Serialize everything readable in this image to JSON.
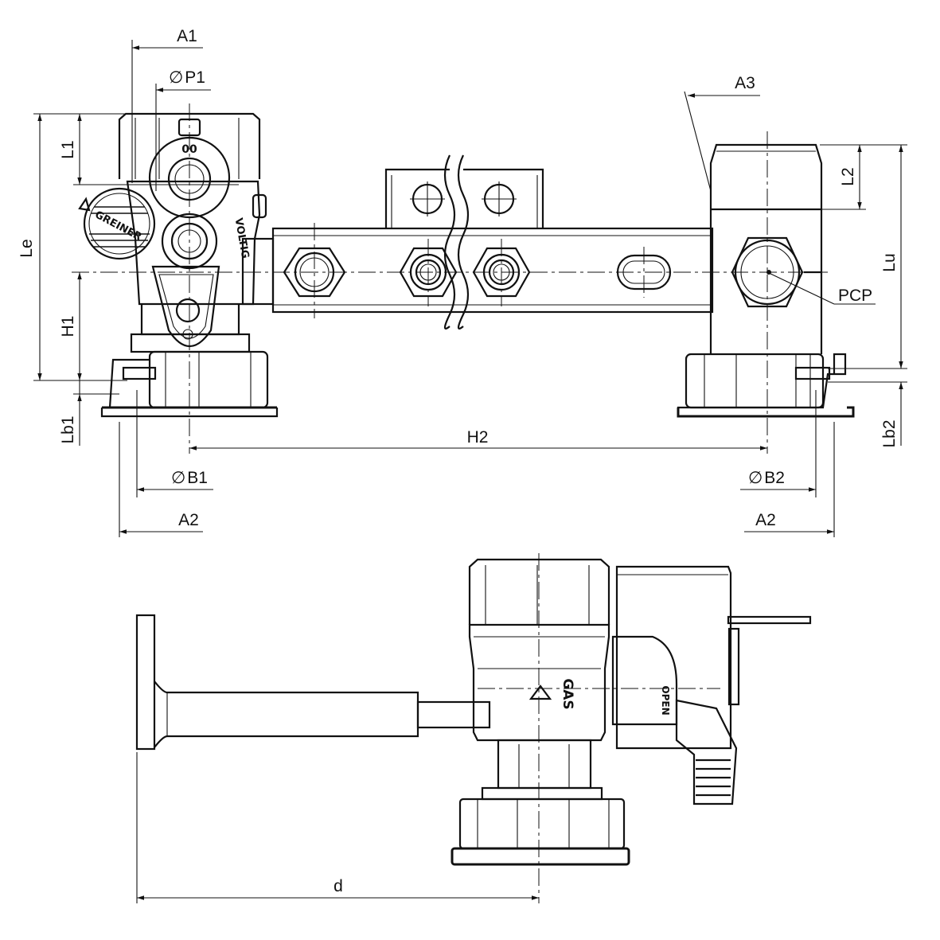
{
  "drawing": {
    "dimensions": {
      "A1": "A1",
      "P1": "P1",
      "A3": "A3",
      "L1": "L1",
      "L2": "L2",
      "Le": "Le",
      "Lu": "Lu",
      "H1": "H1",
      "H2": "H2",
      "Lb1": "Lb1",
      "Lb2": "Lb2",
      "B1": "B1",
      "B2": "B2",
      "A2_left": "A2",
      "A2_right": "A2",
      "d": "d"
    },
    "diameter_symbol": "∅",
    "callouts": {
      "PCP": "PCP"
    },
    "valve_markings": {
      "gas": "GAS",
      "open": "OPEN",
      "brand": "GREINER",
      "side_text": "VOLTIG"
    }
  }
}
